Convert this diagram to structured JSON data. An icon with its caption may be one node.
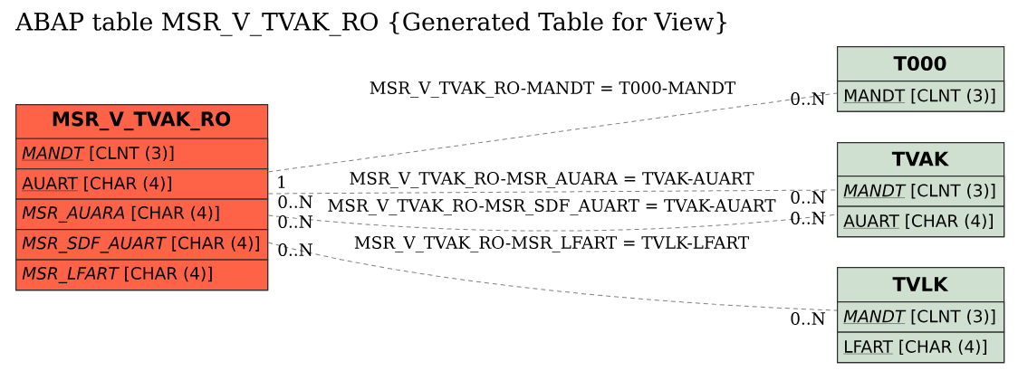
{
  "diagram": {
    "title": "ABAP table MSR_V_TVAK_RO {Generated Table for View}",
    "nodes": [
      {
        "text": [
          "MSR_V_TVAK_RO"
        ]
      },
      {
        "text": [
          "MANDT",
          "[CLNT (3)]"
        ],
        "in": 0
      },
      {
        "text": [
          "AUART",
          "[CHAR (4)]"
        ],
        "in": 0
      },
      {
        "text": [
          "MSR_AUARA",
          "[CHAR (4)]"
        ],
        "in": 0
      },
      {
        "text": [
          "MSR_SDF_AUART",
          "[CHAR (4)]"
        ],
        "in": 0
      },
      {
        "text": [
          "MSR_LFART",
          "[CHAR (4)]"
        ],
        "in": 0
      },
      {
        "text": [
          "T000"
        ]
      },
      {
        "text": [
          "MANDT",
          "[CLNT (3)]"
        ],
        "in": 6
      },
      {
        "text": [
          "TVAK"
        ]
      },
      {
        "text": [
          "MANDT",
          "[CLNT (3)]"
        ],
        "in": 8
      },
      {
        "text": [
          "AUART",
          "[CHAR (4)]"
        ],
        "in": 8
      },
      {
        "text": [
          "TVLK"
        ]
      },
      {
        "text": [
          "MANDT",
          "[CLNT (3)]"
        ],
        "in": 11
      },
      {
        "text": [
          "LFART",
          "[CHAR (4)]"
        ],
        "in": 11
      }
    ],
    "edges": [
      {
        "from": 0,
        "to": 6,
        "arrow": "none",
        "label": "MSR_V_TVAK_RO-MANDT = T000-MANDT",
        "style": "dashed"
      },
      {
        "from": 0,
        "to": 8,
        "arrow": "none",
        "label": "MSR_V_TVAK_RO-MSR_AUARA = TVAK-AUART",
        "style": "dashed"
      },
      {
        "from": 0,
        "to": 8,
        "arrow": "none",
        "label": "MSR_V_TVAK_RO-MSR_SDF_AUART = TVAK-AUART",
        "style": "dashed"
      },
      {
        "from": 0,
        "to": 11,
        "arrow": "none",
        "label": "MSR_V_TVAK_RO-MSR_LFART = TVLK-LFART",
        "style": "dashed"
      }
    ],
    "labels": [
      "1",
      "0..N",
      "0..N",
      "0..N",
      "0..N",
      "0..N",
      "0..N",
      "0..N"
    ]
  }
}
